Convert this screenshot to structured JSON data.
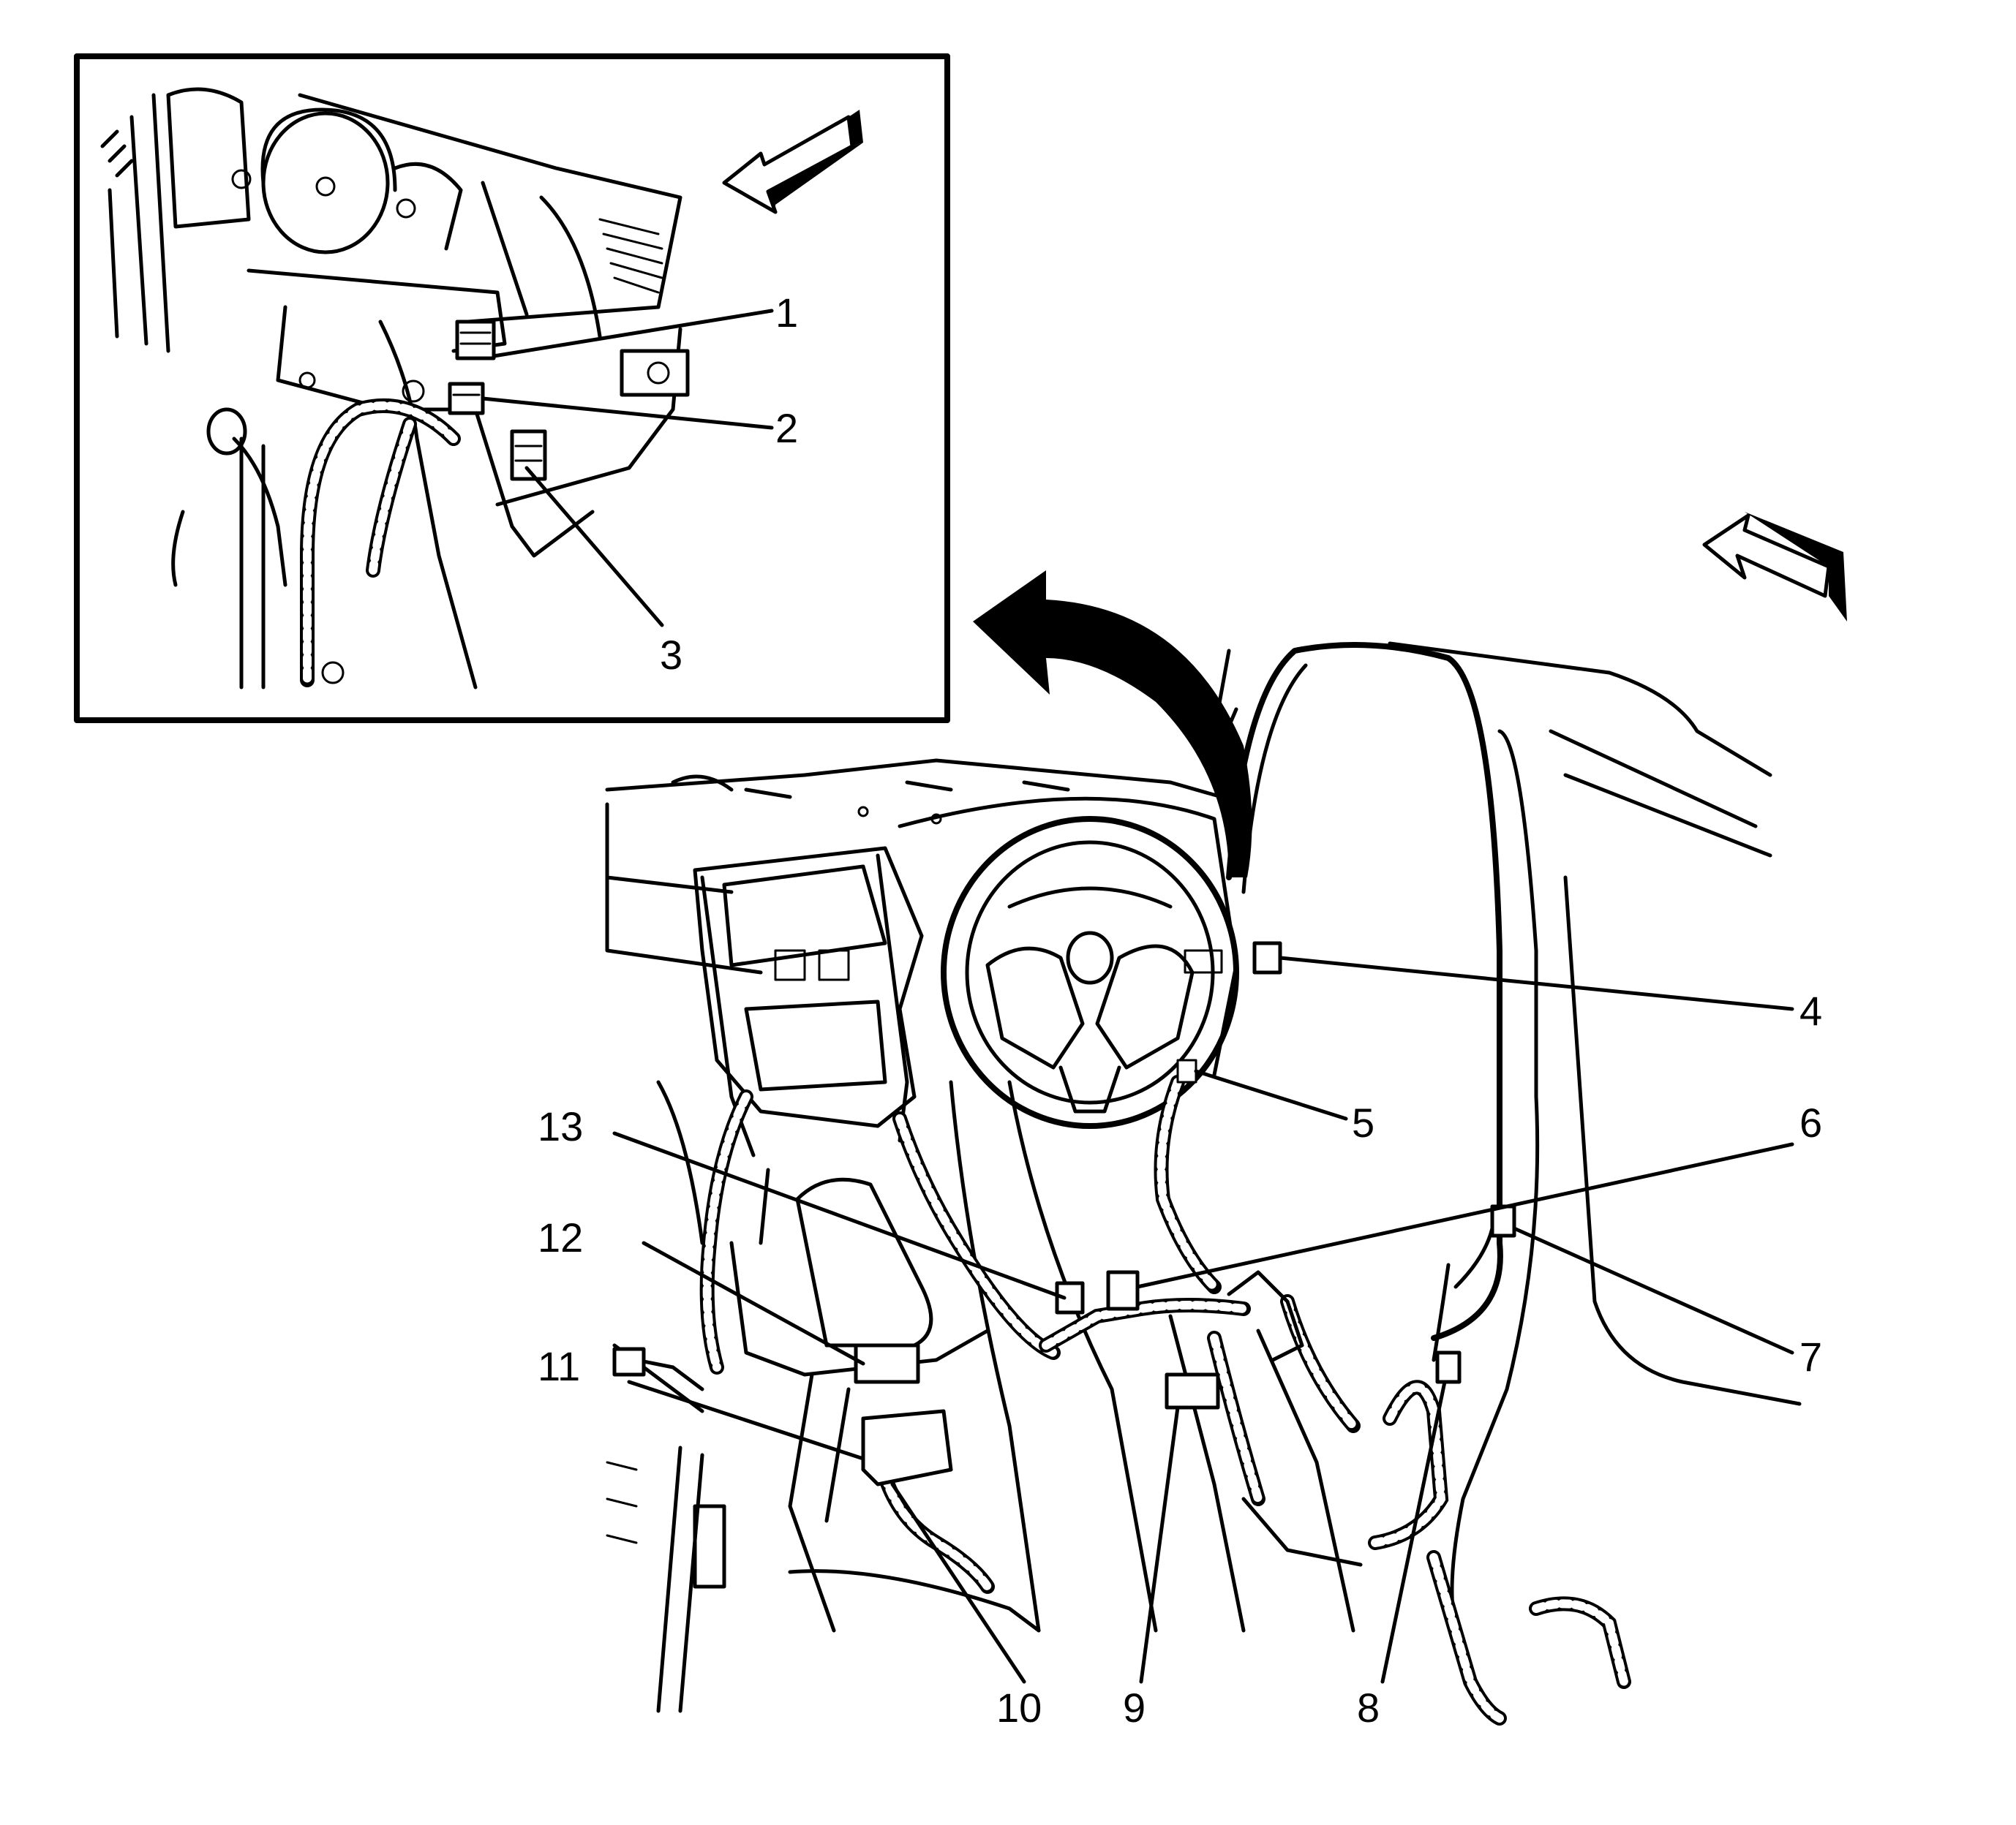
{
  "diagram": {
    "callouts": [
      {
        "id": "c1",
        "label": "1"
      },
      {
        "id": "c2",
        "label": "2"
      },
      {
        "id": "c3",
        "label": "3"
      },
      {
        "id": "c4",
        "label": "4"
      },
      {
        "id": "c5",
        "label": "5"
      },
      {
        "id": "c6",
        "label": "6"
      },
      {
        "id": "c7",
        "label": "7"
      },
      {
        "id": "c8",
        "label": "8"
      },
      {
        "id": "c9",
        "label": "9"
      },
      {
        "id": "c10",
        "label": "10"
      },
      {
        "id": "c11",
        "label": "11"
      },
      {
        "id": "c12",
        "label": "12"
      },
      {
        "id": "c13",
        "label": "13"
      }
    ],
    "colors": {
      "ink": "#000000",
      "paper": "#ffffff"
    }
  }
}
